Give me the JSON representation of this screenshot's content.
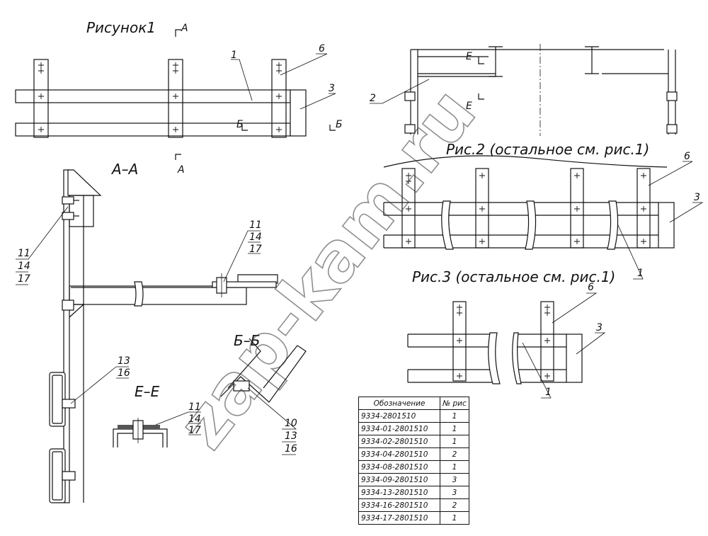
{
  "figures": {
    "fig1": "Рисунок1",
    "fig2": "Рис.2 (остальное см. рис.1)",
    "fig3": "Рис.3 (остальное см. рис.1)"
  },
  "sections": {
    "aa": "А–А",
    "bb": "Б–Б",
    "ee": "Е–Е",
    "a": "А",
    "b": "Б",
    "e": "Е"
  },
  "callouts": {
    "p1": "1",
    "p2": "2",
    "p3": "3",
    "p6": "6",
    "p10": "10",
    "p11": "11",
    "p13": "13",
    "p14": "14",
    "p16": "16",
    "p17": "17"
  },
  "watermark": "zap-kam.ru",
  "table": {
    "headers": [
      "Обозначение",
      "№ рис"
    ],
    "rows": [
      {
        "code": "9334-2801510",
        "fig": "1"
      },
      {
        "code": "9334-01-2801510",
        "fig": "1"
      },
      {
        "code": "9334-02-2801510",
        "fig": "1"
      },
      {
        "code": "9334-04-2801510",
        "fig": "2"
      },
      {
        "code": "9334-08-2801510",
        "fig": "1"
      },
      {
        "code": "9334-09-2801510",
        "fig": "3"
      },
      {
        "code": "9334-13-2801510",
        "fig": "3"
      },
      {
        "code": "9334-16-2801510",
        "fig": "2"
      },
      {
        "code": "9334-17-2801510",
        "fig": "1"
      }
    ]
  }
}
